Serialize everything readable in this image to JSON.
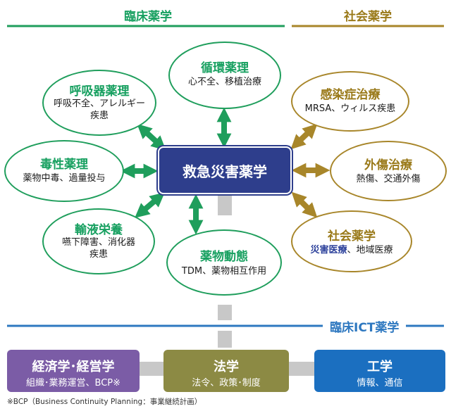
{
  "headers": {
    "clinical": "臨床薬学",
    "social": "社会薬学",
    "ict": "臨床ICT薬学"
  },
  "center": {
    "label": "救急災害薬学"
  },
  "nodes": {
    "circulation": {
      "title": "循環薬理",
      "sub1": "心不全、移植治療"
    },
    "respiratory": {
      "title": "呼吸器薬理",
      "sub1": "呼吸不全、アレルギー",
      "sub2": "疾患"
    },
    "toxicity": {
      "title": "毒性薬理",
      "sub1": "薬物中毒、過量投与"
    },
    "infusion": {
      "title": "輸液栄養",
      "sub1": "嚥下障害、消化器",
      "sub2": "疾患"
    },
    "pharmacokinetics": {
      "title": "薬物動態",
      "sub1": "TDM、薬物相互作用"
    },
    "infection": {
      "title": "感染症治療",
      "sub1": "MRSA、ウィルス疾患"
    },
    "trauma": {
      "title": "外傷治療",
      "sub1": "熱傷、交通外傷"
    },
    "social_pharmacy": {
      "title": "社会薬学",
      "sub_highlight": "災害医療",
      "sub_rest": "、地域医療"
    }
  },
  "bottom": {
    "economics": {
      "title": "経済学･経営学",
      "sub": "組織･業務運営、BCP※"
    },
    "law": {
      "title": "法学",
      "sub": "法令、政策･制度"
    },
    "engineering": {
      "title": "工学",
      "sub": "情報、通信"
    }
  },
  "footnote": "※BCP（Business Continuity Planning：事業継続計画）",
  "colors": {
    "clinical_green": "#1f9e5c",
    "social_gold": "#a8862a",
    "ict_blue": "#2e78c0",
    "center_navy": "#2e3e8c",
    "connector_gray": "#c8c8c8",
    "economics_purple": "#7b5ca6",
    "law_olive": "#8c8a44",
    "engineering_blue": "#1b6fc0"
  }
}
